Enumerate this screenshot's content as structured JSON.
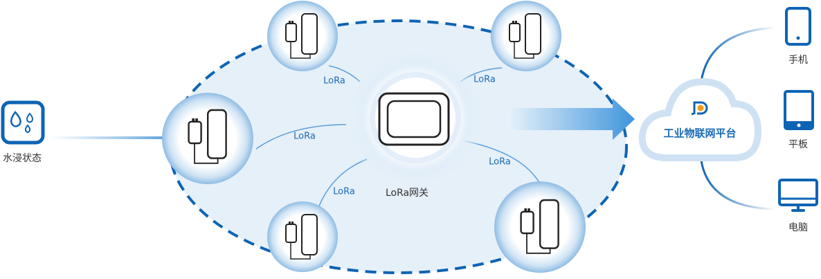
{
  "source": {
    "label": "水浸状态",
    "icon": "water-drops-icon"
  },
  "network": {
    "link_label": "LoRa",
    "links": [
      "LoRa",
      "LoRa",
      "LoRa",
      "LoRa",
      "LoRa"
    ],
    "gateway_label": "LoRa网关",
    "sensor_icon": "water-leak-sensor-icon"
  },
  "platform": {
    "label": "工业物联网平台",
    "icon": "platform-logo-icon"
  },
  "devices": [
    {
      "label": "手机",
      "icon": "phone-icon"
    },
    {
      "label": "平板",
      "icon": "tablet-icon"
    },
    {
      "label": "电脑",
      "icon": "monitor-icon"
    }
  ],
  "colors": {
    "primary": "#0d64b4",
    "accent": "#f39c12",
    "light": "#dcebf7"
  }
}
